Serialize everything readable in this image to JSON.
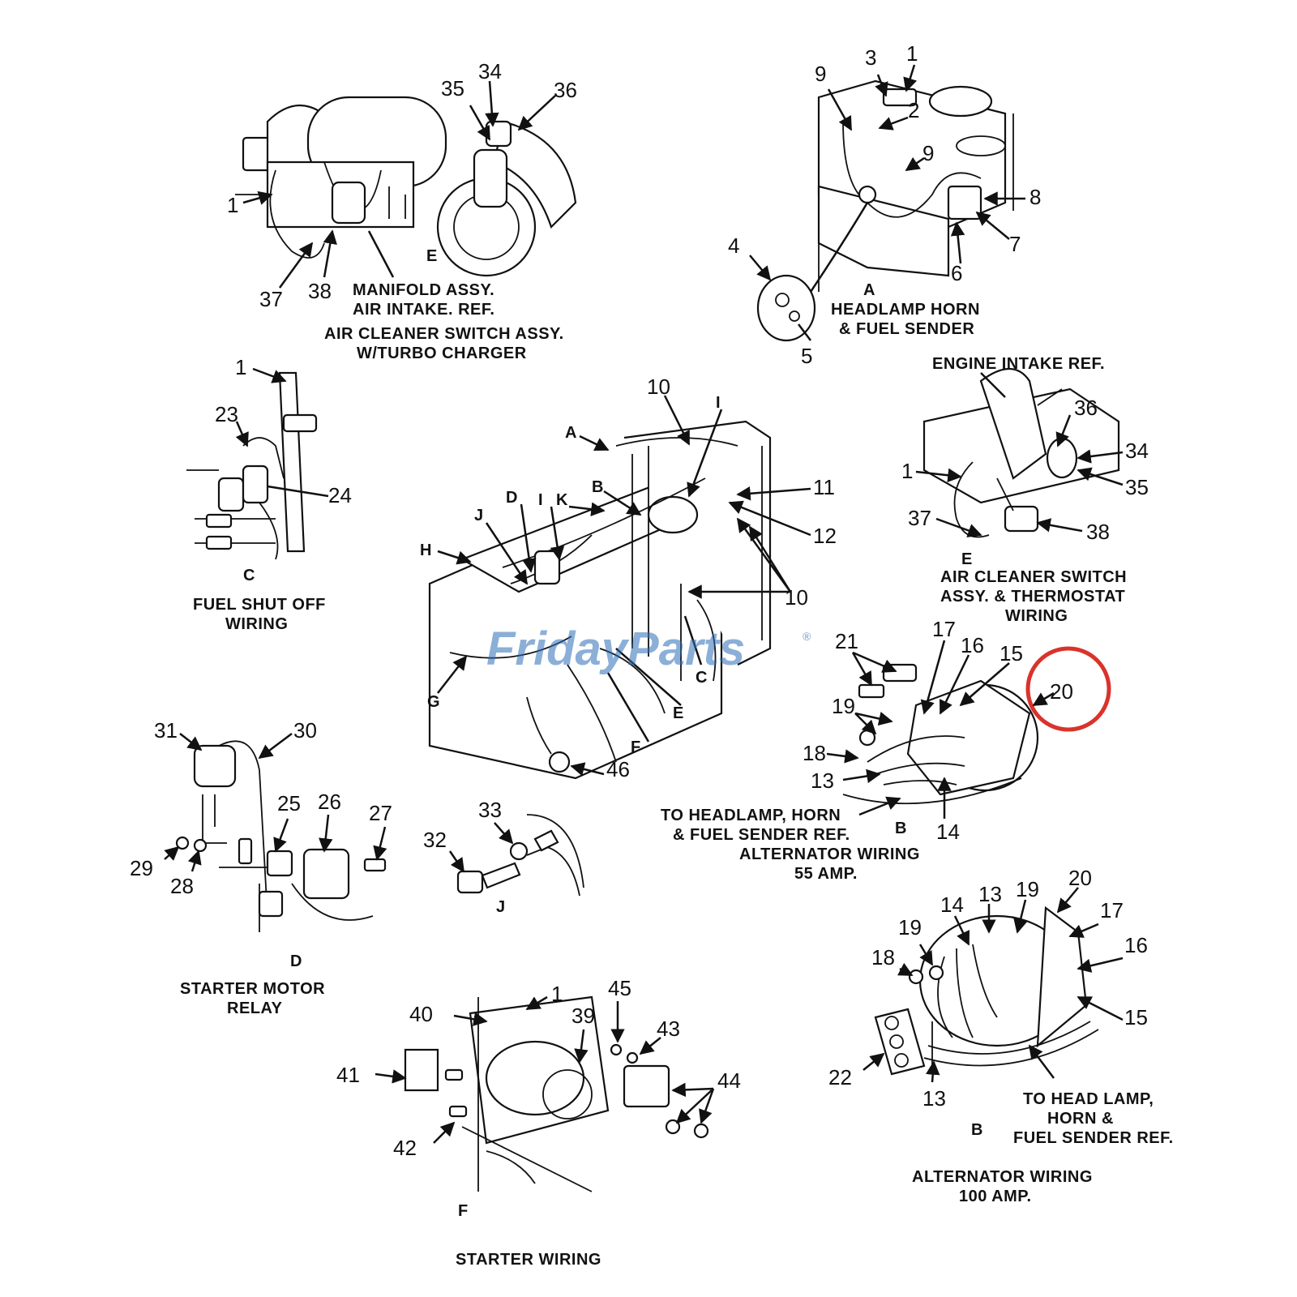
{
  "watermark": "FridayParts",
  "watermark_mark": "®",
  "highlight": {
    "label": "20",
    "color": "#d9332b"
  },
  "sections": {
    "E_top": {
      "letter": "E",
      "caption1": "MANIFOLD ASSY.",
      "caption2": "AIR INTAKE. REF.",
      "caption3": "AIR CLEANER SWITCH ASSY.",
      "caption4": "W/TURBO CHARGER"
    },
    "A": {
      "letter": "A",
      "caption1": "HEADLAMP HORN",
      "caption2": "& FUEL SENDER"
    },
    "C": {
      "letter": "C",
      "caption1": "FUEL SHUT OFF",
      "caption2": "WIRING"
    },
    "E_right": {
      "ref": "ENGINE INTAKE REF.",
      "letter": "E",
      "caption1": "AIR CLEANER SWITCH",
      "caption2": "ASSY. & THERMOSTAT",
      "caption3": "WIRING"
    },
    "B_55": {
      "ref1": "TO HEADLAMP, HORN",
      "ref2": "& FUEL SENDER REF.",
      "letter": "B",
      "caption1": "ALTERNATOR WIRING",
      "caption2": "55 AMP."
    },
    "D": {
      "letter": "D",
      "caption1": "STARTER MOTOR",
      "caption2": "RELAY"
    },
    "J": {
      "letter": "J"
    },
    "F": {
      "letter": "F",
      "caption1": "STARTER WIRING"
    },
    "B_100": {
      "ref1": "TO HEAD LAMP,",
      "ref2": "HORN &",
      "ref3": "FUEL SENDER REF.",
      "letter": "B",
      "caption1": "ALTERNATOR WIRING",
      "caption2": "100 AMP."
    }
  },
  "callouts": {
    "E_top": [
      "35",
      "34",
      "36",
      "1",
      "37",
      "38"
    ],
    "A": [
      "3",
      "1",
      "9",
      "2",
      "9",
      "8",
      "4",
      "7",
      "6",
      "5"
    ],
    "C": [
      "1",
      "23",
      "24"
    ],
    "center": [
      "10",
      "I",
      "A",
      "11",
      "B",
      "12",
      "D",
      "I",
      "K",
      "J",
      "H",
      "10",
      "C",
      "G",
      "E",
      "F",
      "46"
    ],
    "E_right": [
      "36",
      "34",
      "1",
      "35",
      "37",
      "38"
    ],
    "B_55": [
      "21",
      "17",
      "16",
      "15",
      "19",
      "18",
      "13",
      "14"
    ],
    "D": [
      "31",
      "30",
      "25",
      "26",
      "27",
      "29",
      "28"
    ],
    "J": [
      "33",
      "32"
    ],
    "F": [
      "1",
      "45",
      "40",
      "39",
      "43",
      "41",
      "44",
      "42"
    ],
    "B_100": [
      "20",
      "13",
      "19",
      "14",
      "17",
      "19",
      "16",
      "18",
      "15",
      "22",
      "13"
    ]
  }
}
